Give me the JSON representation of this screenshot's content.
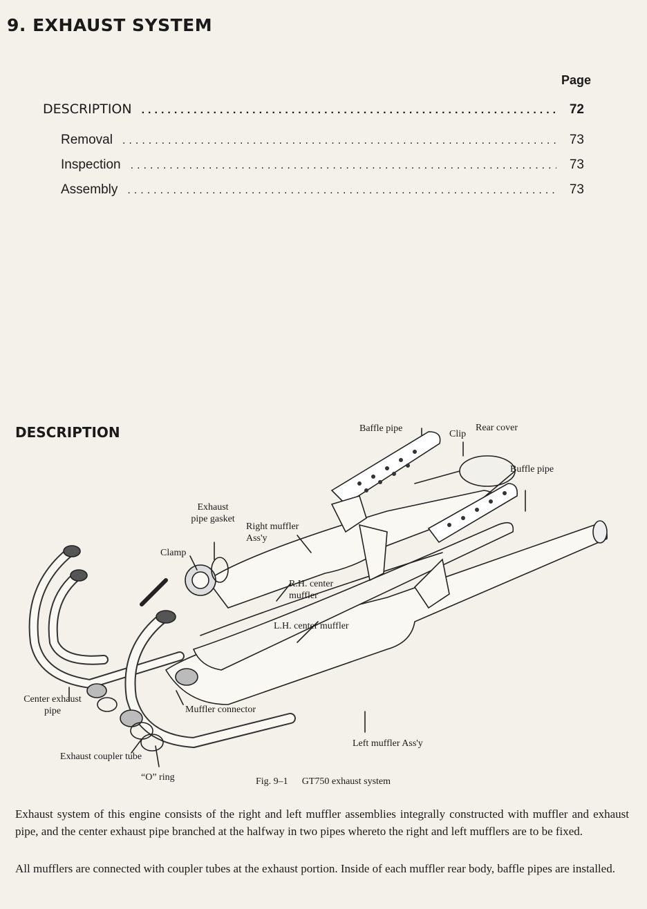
{
  "chapter": {
    "title": "9. EXHAUST SYSTEM"
  },
  "toc": {
    "page_header": "Page",
    "items": [
      {
        "label": "DESCRIPTION",
        "page": "72"
      },
      {
        "label": "Removal",
        "page": "73"
      },
      {
        "label": "Inspection",
        "page": "73"
      },
      {
        "label": "Assembly",
        "page": "73"
      }
    ]
  },
  "section": {
    "heading": "DESCRIPTION"
  },
  "figure": {
    "labels": {
      "baffle_pipe": "Baffle pipe",
      "clip": "Clip",
      "rear_cover": "Rear cover",
      "buffle_pipe": "Buffle pipe",
      "exhaust_pipe_gasket": "Exhaust pipe gasket",
      "right_muffler": "Right muffler Ass'y",
      "clamp": "Clamp",
      "rh_center_muffler": "R.H. center muffler",
      "lh_center_muffler": "L.H. center muffler",
      "center_exhaust_pipe": "Center exhaust pipe",
      "muffler_connector": "Muffler connector",
      "left_muffler": "Left muffler Ass'y",
      "exhaust_coupler_tube": "Exhaust coupler tube",
      "o_ring": "“O” ring"
    },
    "caption_number": "Fig. 9–1",
    "caption_text": "GT750 exhaust system"
  },
  "body": {
    "p1": "Exhaust system of this engine consists of the right and left muffler assemblies integrally constructed with muffler and exhaust pipe, and the center exhaust pipe branched at the halfway in two pipes whereto the right and left mufflers are to be fixed.",
    "p2": "All mufflers are connected with coupler tubes at the exhaust portion.  Inside of each muffler rear body, baffle pipes are installed."
  }
}
